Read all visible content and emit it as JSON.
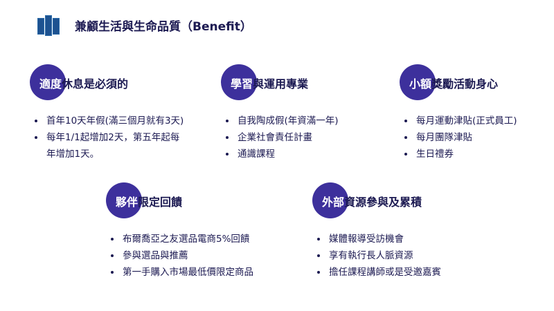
{
  "title": "兼顧生活與生命品質（Benefit）",
  "sections": [
    {
      "head_in": "適度",
      "head_out": "休息是必須的",
      "items": [
        "首年10天年假(滿三個月就有3天)",
        "每年1/1起增加2天，第五年起每",
        "年增加1天。"
      ]
    },
    {
      "head_in": "學習",
      "head_out": "與運用專業",
      "items": [
        "自我陶成假(年資滿一年)",
        "企業社會責任計畫",
        "通識課程"
      ]
    },
    {
      "head_in": "小額",
      "head_out": "獎勵活動身心",
      "items": [
        "每月運動津貼(正式員工)",
        "每月團隊津貼",
        "生日禮券"
      ]
    },
    {
      "head_in": "夥伴",
      "head_out": "限定回饋",
      "items": [
        "布爾喬亞之友選品電商5%回饋",
        "參與選品與推薦",
        "第一手購入市場最低價限定商品"
      ]
    },
    {
      "head_in": "外部",
      "head_out": "資源參與及累積",
      "items": [
        "媒體報導受訪機會",
        "享有執行長人脈資源",
        "擔任課程講師或是受邀嘉賓"
      ]
    }
  ],
  "colors": {
    "accent": "#3d309c",
    "text": "#1c1a52",
    "logo": "#1d5290"
  }
}
